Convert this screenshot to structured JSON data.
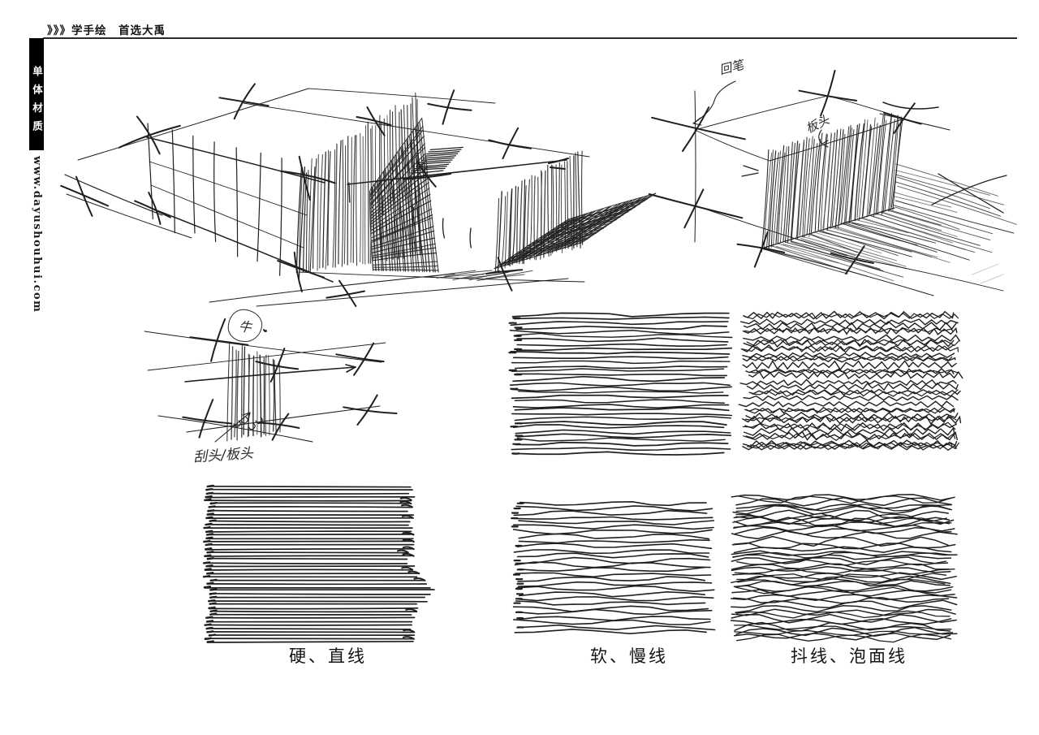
{
  "header": {
    "title": "》》》学手绘　首选大禹"
  },
  "sidebar": {
    "section_label": "单体材质",
    "website": "www.dayushouhui.com",
    "colors": {
      "tab_bg": "#000000",
      "tab_fg": "#ffffff"
    }
  },
  "sketch_annotations": {
    "huibi": "回笔",
    "bantou_top": "板头",
    "circled_mark": "牛",
    "stroke_heads": "刮头/板头"
  },
  "technique_labels": [
    "硬、直线",
    "软、慢线",
    "抖线、泡面线"
  ],
  "ink_color": "#1f1f1f"
}
